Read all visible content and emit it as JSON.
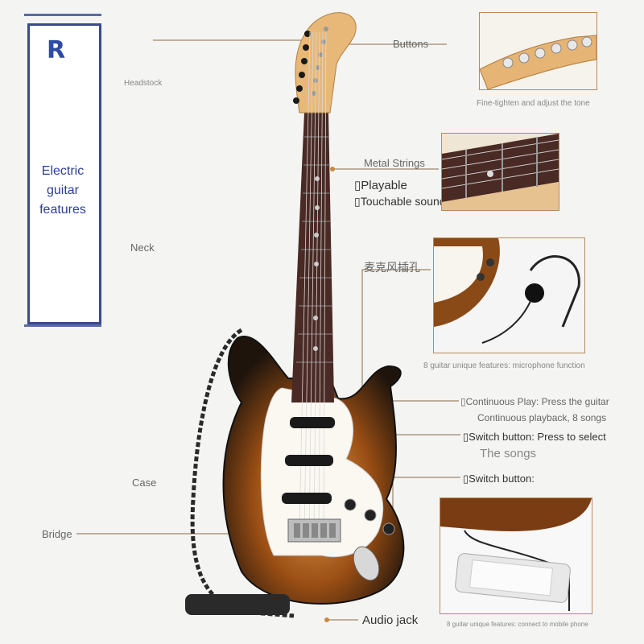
{
  "banner": {
    "logo": "R",
    "title": "Electric\nguitar\nfeatures"
  },
  "labels": {
    "headstock": "Headstock",
    "neck": "Neck",
    "case": "Case",
    "bridge": "Bridge",
    "buttons": "Buttons",
    "buttons_caption": "Fine-tighten and adjust the tone",
    "metal_strings": "Metal Strings",
    "playable": "▯Playable",
    "touchable": "▯Touchable sound",
    "mic_jack": "麦克风插孔",
    "mic_caption": "8 guitar unique features: microphone function",
    "continuous_play": "▯Continuous Play: Press the guitar",
    "continuous_play_2": "Continuous playback, 8 songs",
    "switch_select": "▯Switch button: Press to select",
    "the_songs": "The songs",
    "switch_button": "▯Switch button:",
    "audio_jack": "Audio jack",
    "phone_caption": "8 guitar unique features: connect to mobile phone"
  },
  "colors": {
    "sunburst_dark": "#1e140c",
    "sunburst_mid": "#8a4a14",
    "sunburst_light": "#d89448",
    "fretboard": "#4a2a24",
    "maple": "#e8b878",
    "pickguard": "#fbf8f2",
    "leader": "#8a6a4a"
  }
}
